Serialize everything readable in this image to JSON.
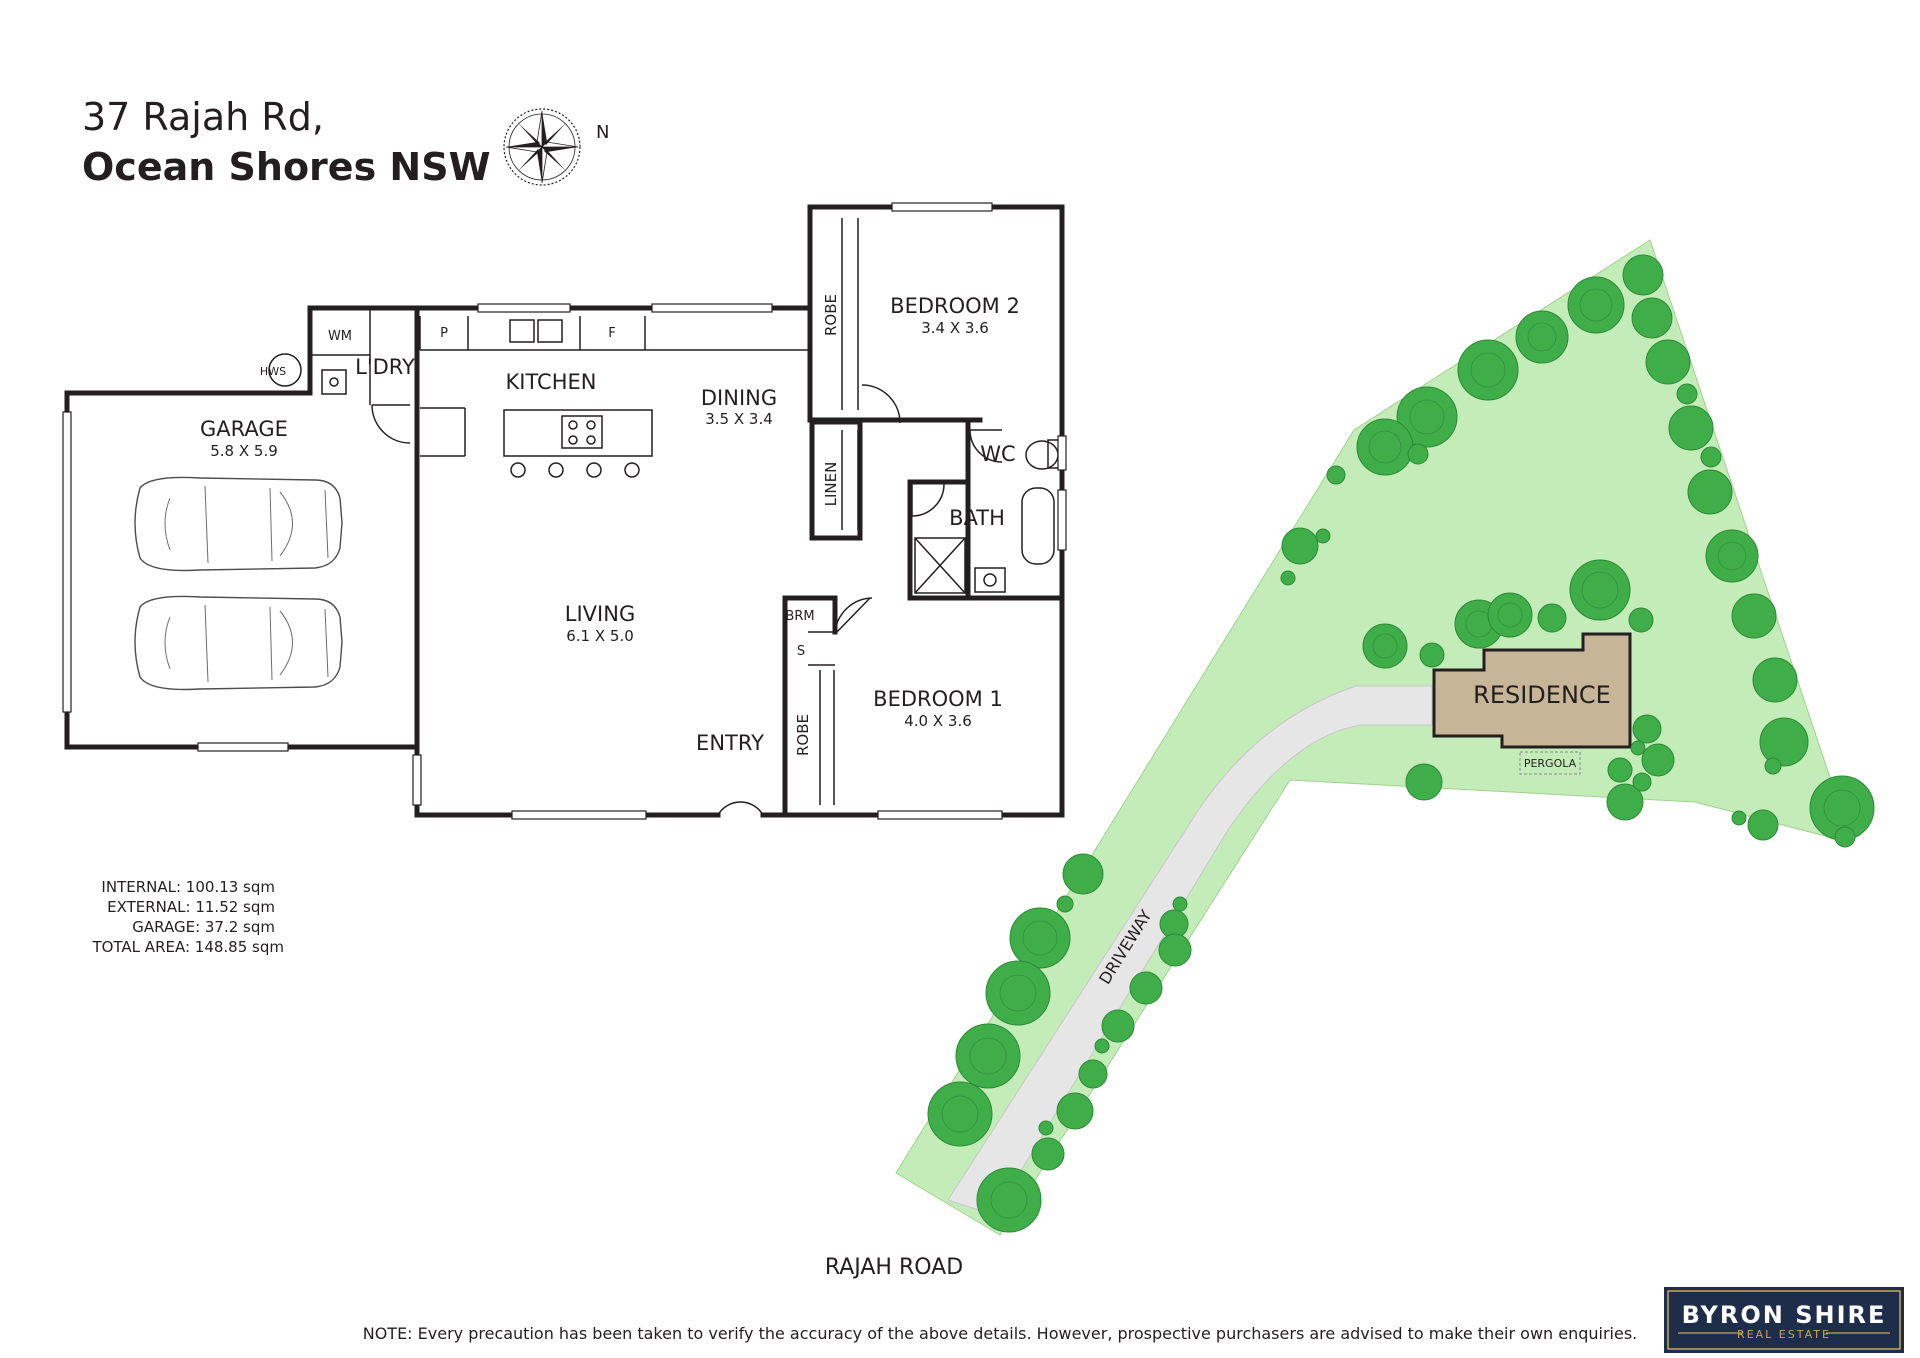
{
  "header": {
    "address_line1": "37 Rajah Rd,",
    "address_line2": "Ocean Shores NSW",
    "north_label": "N"
  },
  "rooms": {
    "garage": {
      "name": "GARAGE",
      "dims": "5.8 X 5.9"
    },
    "kitchen": {
      "name": "KITCHEN"
    },
    "dining": {
      "name": "DINING",
      "dims": "3.5 X 3.4"
    },
    "living": {
      "name": "LIVING",
      "dims": "6.1 X 5.0"
    },
    "entry": {
      "name": "ENTRY"
    },
    "bedroom2": {
      "name": "BEDROOM 2",
      "dims": "3.4 X 3.6"
    },
    "bedroom1": {
      "name": "BEDROOM 1",
      "dims": "4.0 X 3.6"
    },
    "laundry": {
      "name": "L'DRY"
    },
    "wc": {
      "name": "WC"
    },
    "bath": {
      "name": "BATH"
    },
    "robe_top": {
      "name": "ROBE"
    },
    "robe_bottom": {
      "name": "ROBE"
    },
    "linen": {
      "name": "LINEN"
    },
    "brm": {
      "name": "BRM"
    },
    "s": {
      "name": "S"
    },
    "wm": {
      "name": "WM"
    },
    "hws": {
      "name": "HWS"
    },
    "pantry": {
      "name": "P"
    },
    "fridge": {
      "name": "F"
    }
  },
  "areas": {
    "internal": "INTERNAL: 100.13 sqm",
    "external": "EXTERNAL: 11.52 sqm",
    "garage": "GARAGE: 37.2 sqm",
    "total": "TOTAL AREA: 148.85 sqm"
  },
  "site": {
    "residence": "RESIDENCE",
    "pergola": "PERGOLA",
    "driveway": "DRIVEWAY",
    "road": "RAJAH ROAD"
  },
  "footer": {
    "note": "NOTE: Every precaution has been taken to verify the accuracy of the above details. However, prospective purchasers are advised to make their own enquiries.",
    "brand_main": "BYRON SHIRE",
    "brand_sub": "REAL ESTATE"
  },
  "colors": {
    "lawn": "#c4ecb8",
    "tree": "#3fae49",
    "driveway": "#e6e6e6",
    "residence": "#c7b597",
    "brand_navy": "#1d2d4a",
    "brand_gold": "#c8a55a"
  }
}
